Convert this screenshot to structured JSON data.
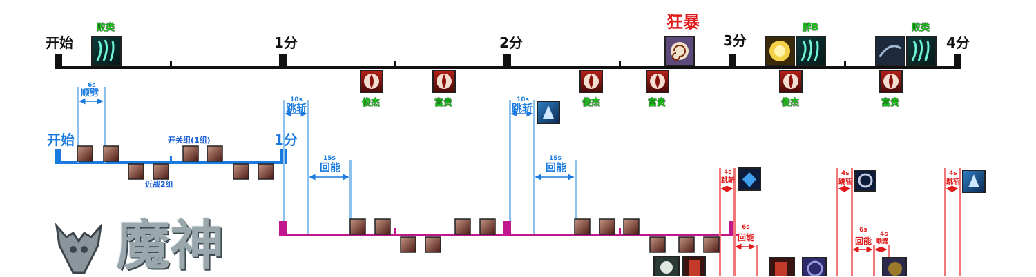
{
  "colors": {
    "main_track": "#111111",
    "blue_track": "#1a7ae0",
    "blue_marker": "#8ec2ee",
    "purple_track": "#c0188c",
    "red_marker": "#f07878",
    "label_green": "#17c717",
    "label_red": "#e01a1a"
  },
  "main_timeline": {
    "labels": [
      "开始",
      "1分",
      "2分",
      "3分",
      "4分"
    ],
    "enrage": "狂暴",
    "top_events": [
      "败类",
      "胖B",
      "败类"
    ],
    "bottom_events": [
      "俊杰",
      "富贵",
      "俊杰",
      "富贵",
      "俊杰",
      "富贵"
    ]
  },
  "blue_timeline": {
    "start": "开始",
    "end": "1分",
    "intervals": [
      {
        "duration": "6s",
        "name": "顺劈"
      },
      {
        "duration": "10s",
        "name": "跳斩"
      },
      {
        "duration": "15s",
        "name": "回能"
      },
      {
        "duration": "10s",
        "name": "跳斩"
      },
      {
        "duration": "15s",
        "name": "回能"
      }
    ],
    "notes": [
      "开关组(1组)",
      "近战2组"
    ]
  },
  "red_intervals": [
    {
      "duration": "4s",
      "name": "跳斩"
    },
    {
      "duration": "6s",
      "name": "回能"
    },
    {
      "duration": "4s",
      "name": "跳斩"
    },
    {
      "duration": "6s",
      "name": "回能"
    },
    {
      "duration": "4s",
      "name": "顺劈"
    },
    {
      "duration": "4s",
      "name": "跳斩"
    }
  ],
  "logo": {
    "title": "魔神"
  },
  "icons": [
    "green-claw-icon",
    "blood-drop-icon",
    "spiral-icon",
    "golden-orb-icon",
    "dark-storm-icon",
    "wizard-icon",
    "gem-icon",
    "ring-icon",
    "melee-unit-icon"
  ]
}
